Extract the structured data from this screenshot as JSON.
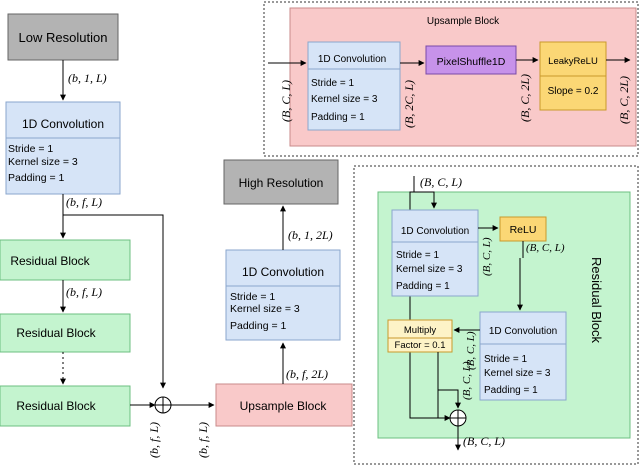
{
  "main": {
    "input_block": "Low Resolution",
    "output_block": "High Resolution",
    "conv_in": {
      "title": "1D Convolution",
      "stride": "Stride = 1",
      "kernel": "Kernel size = 3",
      "padding": "Padding = 1"
    },
    "conv_out": {
      "title": "1D Convolution",
      "stride": "Stride = 1",
      "kernel": "Kernel size = 3",
      "padding": "Padding = 1"
    },
    "residual_blocks": [
      "Residual Block",
      "Residual Block",
      "Residual Block"
    ],
    "upsample_block": "Upsample Block",
    "shapes": {
      "after_input": "(b, 1, L)",
      "after_conv": "(b, f, L)",
      "between_res": "(b, f, L)",
      "res_out": "(b, f, L)",
      "sum_out": "(b, f, L)",
      "after_upsample": "(b, f, 2L)",
      "after_conv_out": "(b, 1, 2L)"
    }
  },
  "upsample_detail": {
    "title": "Upsample Block",
    "conv": {
      "title": "1D Convolution",
      "stride": "Stride = 1",
      "kernel": "Kernel size = 3",
      "padding": "Padding = 1"
    },
    "pixel_shuffle": "PixelShuffle1D",
    "leaky_relu": {
      "title": "LeakyReLU",
      "slope": "Slope = 0.2"
    },
    "shapes": {
      "input": "(B, C, L)",
      "after_conv": "(B, 2C, L)",
      "after_shuffle": "(B, C, 2L)",
      "output": "(B, C, 2L)"
    }
  },
  "residual_detail": {
    "title": "Residual Block",
    "conv1": {
      "title": "1D Convolution",
      "stride": "Stride = 1",
      "kernel": "Kernel size = 3",
      "padding": "Padding = 1"
    },
    "relu": "ReLU",
    "conv2": {
      "title": "1D Convolution",
      "stride": "Stride = 1",
      "kernel": "Kernel size = 3",
      "padding": "Padding = 1"
    },
    "multiply": {
      "title": "Multiply",
      "factor": "Factor = 0.1"
    },
    "shapes": {
      "input": "(B, C, L)",
      "after_conv1": "(B, C, L)",
      "after_relu": "(B, C, L)",
      "after_conv2": "(B, C, L)",
      "after_multiply": "(B, C, L)",
      "output": "(B, C, L)"
    }
  },
  "colors": {
    "gray": "#b3b3b3",
    "blue": "#d6e4f7",
    "green": "#c4f4cf",
    "pink": "#f9c9c9",
    "purple": "#c792ea",
    "orange": "#fbd775",
    "yellow": "#fdf3c7"
  }
}
